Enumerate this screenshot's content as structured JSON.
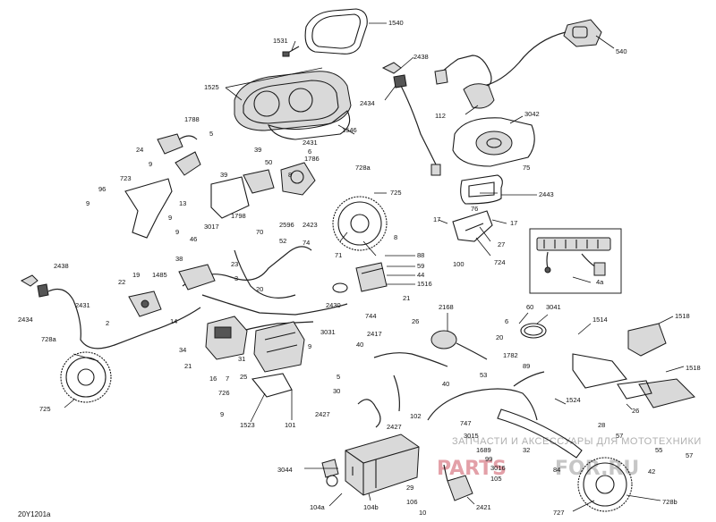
{
  "figure_ref": "20Y1201a",
  "watermark": {
    "tagline": "ЗАПЧАСТИ И АКСЕССУАРЫ ДЛЯ МОТОТЕХНИКИ",
    "logo_left": "PARTS",
    "logo_right": "FOR.RU"
  },
  "callouts": [
    {
      "id": "c1531",
      "text": "1531"
    },
    {
      "id": "c1540",
      "text": "1540"
    },
    {
      "id": "c540",
      "text": "540"
    },
    {
      "id": "c2438a",
      "text": "2438"
    },
    {
      "id": "c2434a",
      "text": "2434"
    },
    {
      "id": "c1525",
      "text": "1525"
    },
    {
      "id": "c112",
      "text": "112"
    },
    {
      "id": "c3042",
      "text": "3042"
    },
    {
      "id": "c1546",
      "text": "1546"
    },
    {
      "id": "c1788",
      "text": "1788"
    },
    {
      "id": "c5a",
      "text": "5"
    },
    {
      "id": "c2431a",
      "text": "2431"
    },
    {
      "id": "c24",
      "text": "24"
    },
    {
      "id": "c39a",
      "text": "39"
    },
    {
      "id": "c6a",
      "text": "6"
    },
    {
      "id": "c1786",
      "text": "1786"
    },
    {
      "id": "c9a",
      "text": "9"
    },
    {
      "id": "c50",
      "text": "50"
    },
    {
      "id": "c39b",
      "text": "39"
    },
    {
      "id": "c728a1",
      "text": "728a"
    },
    {
      "id": "c75",
      "text": "75"
    },
    {
      "id": "c723",
      "text": "723"
    },
    {
      "id": "c8a",
      "text": "8"
    },
    {
      "id": "c725a",
      "text": "725"
    },
    {
      "id": "c96",
      "text": "96"
    },
    {
      "id": "c13",
      "text": "13"
    },
    {
      "id": "c2443",
      "text": "2443"
    },
    {
      "id": "c9b",
      "text": "9"
    },
    {
      "id": "c1798",
      "text": "1798"
    },
    {
      "id": "c2596",
      "text": "2596"
    },
    {
      "id": "c2423",
      "text": "2423"
    },
    {
      "id": "c76",
      "text": "76"
    },
    {
      "id": "c9c",
      "text": "9"
    },
    {
      "id": "c3017",
      "text": "3017"
    },
    {
      "id": "c17a",
      "text": "17"
    },
    {
      "id": "c17b",
      "text": "17"
    },
    {
      "id": "c70",
      "text": "70"
    },
    {
      "id": "c9d",
      "text": "9"
    },
    {
      "id": "c46",
      "text": "46"
    },
    {
      "id": "c52",
      "text": "52"
    },
    {
      "id": "c74",
      "text": "74"
    },
    {
      "id": "c8b",
      "text": "8"
    },
    {
      "id": "c27",
      "text": "27"
    },
    {
      "id": "c2438b",
      "text": "2438"
    },
    {
      "id": "c38",
      "text": "38"
    },
    {
      "id": "c23",
      "text": "23"
    },
    {
      "id": "c71",
      "text": "71"
    },
    {
      "id": "c88",
      "text": "88"
    },
    {
      "id": "c100",
      "text": "100"
    },
    {
      "id": "c724",
      "text": "724"
    },
    {
      "id": "c19",
      "text": "19"
    },
    {
      "id": "c1485",
      "text": "1485"
    },
    {
      "id": "c3",
      "text": "3"
    },
    {
      "id": "c59",
      "text": "59"
    },
    {
      "id": "c22",
      "text": "22"
    },
    {
      "id": "c20a",
      "text": "20"
    },
    {
      "id": "c44",
      "text": "44"
    },
    {
      "id": "c1516",
      "text": "1516"
    },
    {
      "id": "c4a",
      "text": "4a"
    },
    {
      "id": "c2431b",
      "text": "2431"
    },
    {
      "id": "c21a",
      "text": "21"
    },
    {
      "id": "c2430",
      "text": "2430"
    },
    {
      "id": "c2168",
      "text": "2168"
    },
    {
      "id": "c60",
      "text": "60"
    },
    {
      "id": "c3041",
      "text": "3041"
    },
    {
      "id": "c2",
      "text": "2"
    },
    {
      "id": "c14",
      "text": "14"
    },
    {
      "id": "c744",
      "text": "744"
    },
    {
      "id": "c2434b",
      "text": "2434"
    },
    {
      "id": "c26a",
      "text": "26"
    },
    {
      "id": "c6b",
      "text": "6"
    },
    {
      "id": "c1514",
      "text": "1514"
    },
    {
      "id": "c1518a",
      "text": "1518"
    },
    {
      "id": "c728a2",
      "text": "728a"
    },
    {
      "id": "c3031",
      "text": "3031"
    },
    {
      "id": "c20b",
      "text": "20"
    },
    {
      "id": "c34",
      "text": "34"
    },
    {
      "id": "c9e",
      "text": "9"
    },
    {
      "id": "c40a",
      "text": "40"
    },
    {
      "id": "c2417",
      "text": "2417"
    },
    {
      "id": "c1782",
      "text": "1782"
    },
    {
      "id": "c21b",
      "text": "21"
    },
    {
      "id": "c31",
      "text": "31"
    },
    {
      "id": "c53",
      "text": "53"
    },
    {
      "id": "c89",
      "text": "89"
    },
    {
      "id": "c1518b",
      "text": "1518"
    },
    {
      "id": "c16",
      "text": "16"
    },
    {
      "id": "c7",
      "text": "7"
    },
    {
      "id": "c25",
      "text": "25"
    },
    {
      "id": "c5b",
      "text": "5"
    },
    {
      "id": "c40b",
      "text": "40"
    },
    {
      "id": "c726",
      "text": "726"
    },
    {
      "id": "c30",
      "text": "30"
    },
    {
      "id": "c1524",
      "text": "1524"
    },
    {
      "id": "c26b",
      "text": "26"
    },
    {
      "id": "c725b",
      "text": "725"
    },
    {
      "id": "c9f",
      "text": "9"
    },
    {
      "id": "c2427a",
      "text": "2427"
    },
    {
      "id": "c102",
      "text": "102"
    },
    {
      "id": "c747",
      "text": "747"
    },
    {
      "id": "c28",
      "text": "28"
    },
    {
      "id": "c1523",
      "text": "1523"
    },
    {
      "id": "c101",
      "text": "101"
    },
    {
      "id": "c2427b",
      "text": "2427"
    },
    {
      "id": "c3015",
      "text": "3015"
    },
    {
      "id": "c57a",
      "text": "57"
    },
    {
      "id": "c1689",
      "text": "1689"
    },
    {
      "id": "c99",
      "text": "99"
    },
    {
      "id": "c32",
      "text": "32"
    },
    {
      "id": "c55",
      "text": "55"
    },
    {
      "id": "c57b",
      "text": "57"
    },
    {
      "id": "c3016",
      "text": "3016"
    },
    {
      "id": "c84",
      "text": "84"
    },
    {
      "id": "c3044",
      "text": "3044"
    },
    {
      "id": "c105",
      "text": "105"
    },
    {
      "id": "c42",
      "text": "42"
    },
    {
      "id": "c29",
      "text": "29"
    },
    {
      "id": "c104a",
      "text": "104a"
    },
    {
      "id": "c104b",
      "text": "104b"
    },
    {
      "id": "c106",
      "text": "106"
    },
    {
      "id": "c10",
      "text": "10"
    },
    {
      "id": "c2421",
      "text": "2421"
    },
    {
      "id": "c727",
      "text": "727"
    },
    {
      "id": "c728b",
      "text": "728b"
    }
  ]
}
